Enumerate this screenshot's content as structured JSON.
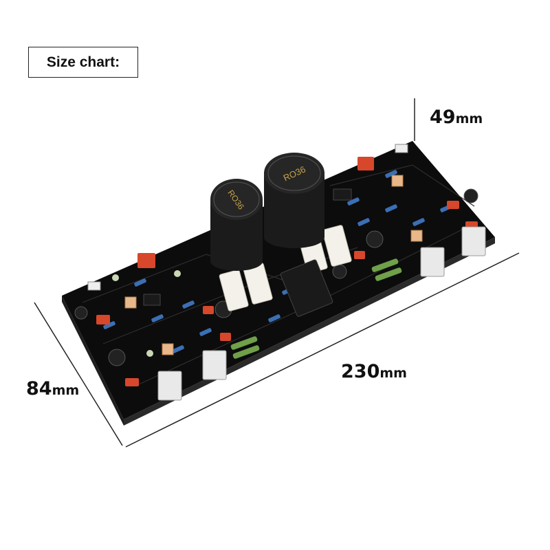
{
  "title": "Size chart:",
  "dimensions": {
    "height": {
      "value": "49",
      "unit": "mm"
    },
    "length": {
      "value": "230",
      "unit": "mm"
    },
    "width": {
      "value": "84",
      "unit": "mm"
    }
  },
  "capacitor_labels": {
    "left": "RO36",
    "right": "RO36"
  },
  "colors": {
    "pcb": "#111111",
    "capacitor": "#1b1b1b",
    "resistor_red": "#d7472b",
    "resistor_blue": "#3b6fb5",
    "cement_resistor": "#f3f1ea",
    "gold_text": "#c8a24a"
  }
}
